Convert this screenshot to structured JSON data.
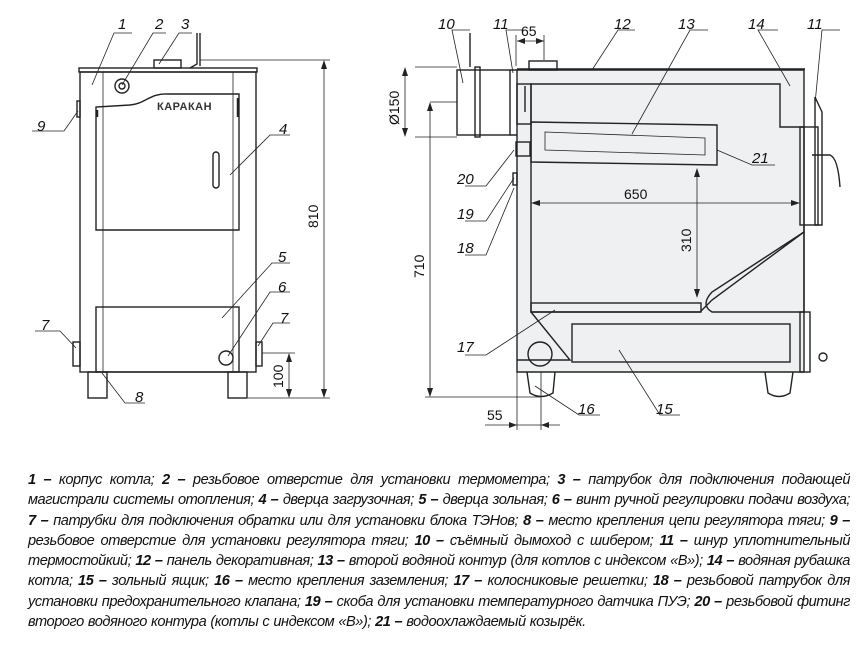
{
  "front_view": {
    "brand": "КАРАКАН",
    "labels": {
      "l1": "1",
      "l2": "2",
      "l3": "3",
      "l4": "4",
      "l5": "5",
      "l6": "6",
      "l7a": "7",
      "l7b": "7",
      "l8": "8",
      "l9": "9"
    },
    "dims": {
      "height": "810",
      "pipe_height": "100"
    }
  },
  "side_view": {
    "labels": {
      "l10": "10",
      "l11a": "11",
      "l12": "12",
      "l13": "13",
      "l14": "14",
      "l11b": "11",
      "l15": "15",
      "l16": "16",
      "l17": "17",
      "l18": "18",
      "l19": "19",
      "l20": "20",
      "l21": "21"
    },
    "dims": {
      "flue_offset": "65",
      "flue_diameter": "Ø150",
      "flue_height": "710",
      "firebox_depth": "650",
      "firebox_height": "310",
      "ground_offset": "55"
    }
  },
  "legend": [
    {
      "n": "1",
      "sep": " – ",
      "text": "корпус котла;  "
    },
    {
      "n": "2",
      "sep": " –  ",
      "text": "резьбовое отверстие для установки термометра; "
    },
    {
      "n": "3",
      "sep": " – ",
      "text": "патрубок для подключения подающей магистрали системы отопления;  "
    },
    {
      "n": "4",
      "sep": " – ",
      "text": "дверца загрузочная;  "
    },
    {
      "n": "5",
      "sep": " – ",
      "text": "дверца зольная; "
    },
    {
      "n": "6",
      "sep": " – ",
      "text": "винт ручной регулировки подачи воздуха;  "
    },
    {
      "n": "7",
      "sep": " – ",
      "text": "патрубки для подключения обратки или для установки блока ТЭНов; "
    },
    {
      "n": "8",
      "sep": " – ",
      "text": "место крепления цепи регулятора тяги;  "
    },
    {
      "n": "9",
      "sep": " – ",
      "text": "резьбовое отверстие  для установки регулятора тяги; "
    },
    {
      "n": "10",
      "sep": " – ",
      "text": "съёмный дымоход с шибером; "
    },
    {
      "n": "11",
      "sep": " – ",
      "text": "шнур уплотнительный термостойкий; "
    },
    {
      "n": "12",
      "sep": " – ",
      "text": "панель декоративная; "
    },
    {
      "n": "13",
      "sep": " – ",
      "text": "второй водяной контур (для котлов с индексом «В»); "
    },
    {
      "n": "14",
      "sep": " – ",
      "text": "водяная рубашка котла; "
    },
    {
      "n": "15",
      "sep": " – ",
      "text": "зольный ящик;  "
    },
    {
      "n": "16",
      "sep": " – ",
      "text": "место крепления заземления; "
    },
    {
      "n": "17",
      "sep": " – ",
      "text": "колосниковые решетки; "
    },
    {
      "n": "18",
      "sep": " – ",
      "text": "резьбовой патрубок для установки предохранительного клапана; "
    },
    {
      "n": "19",
      "sep": " – ",
      "text": "скоба для установки температурного датчика ПУЭ; "
    },
    {
      "n": "20",
      "sep": " – ",
      "text": "резьбовой фитинг второго водяного контура  (котлы с индексом «В»); "
    },
    {
      "n": "21",
      "sep": " – ",
      "text": "водоохлаждаемый козырёк."
    }
  ]
}
